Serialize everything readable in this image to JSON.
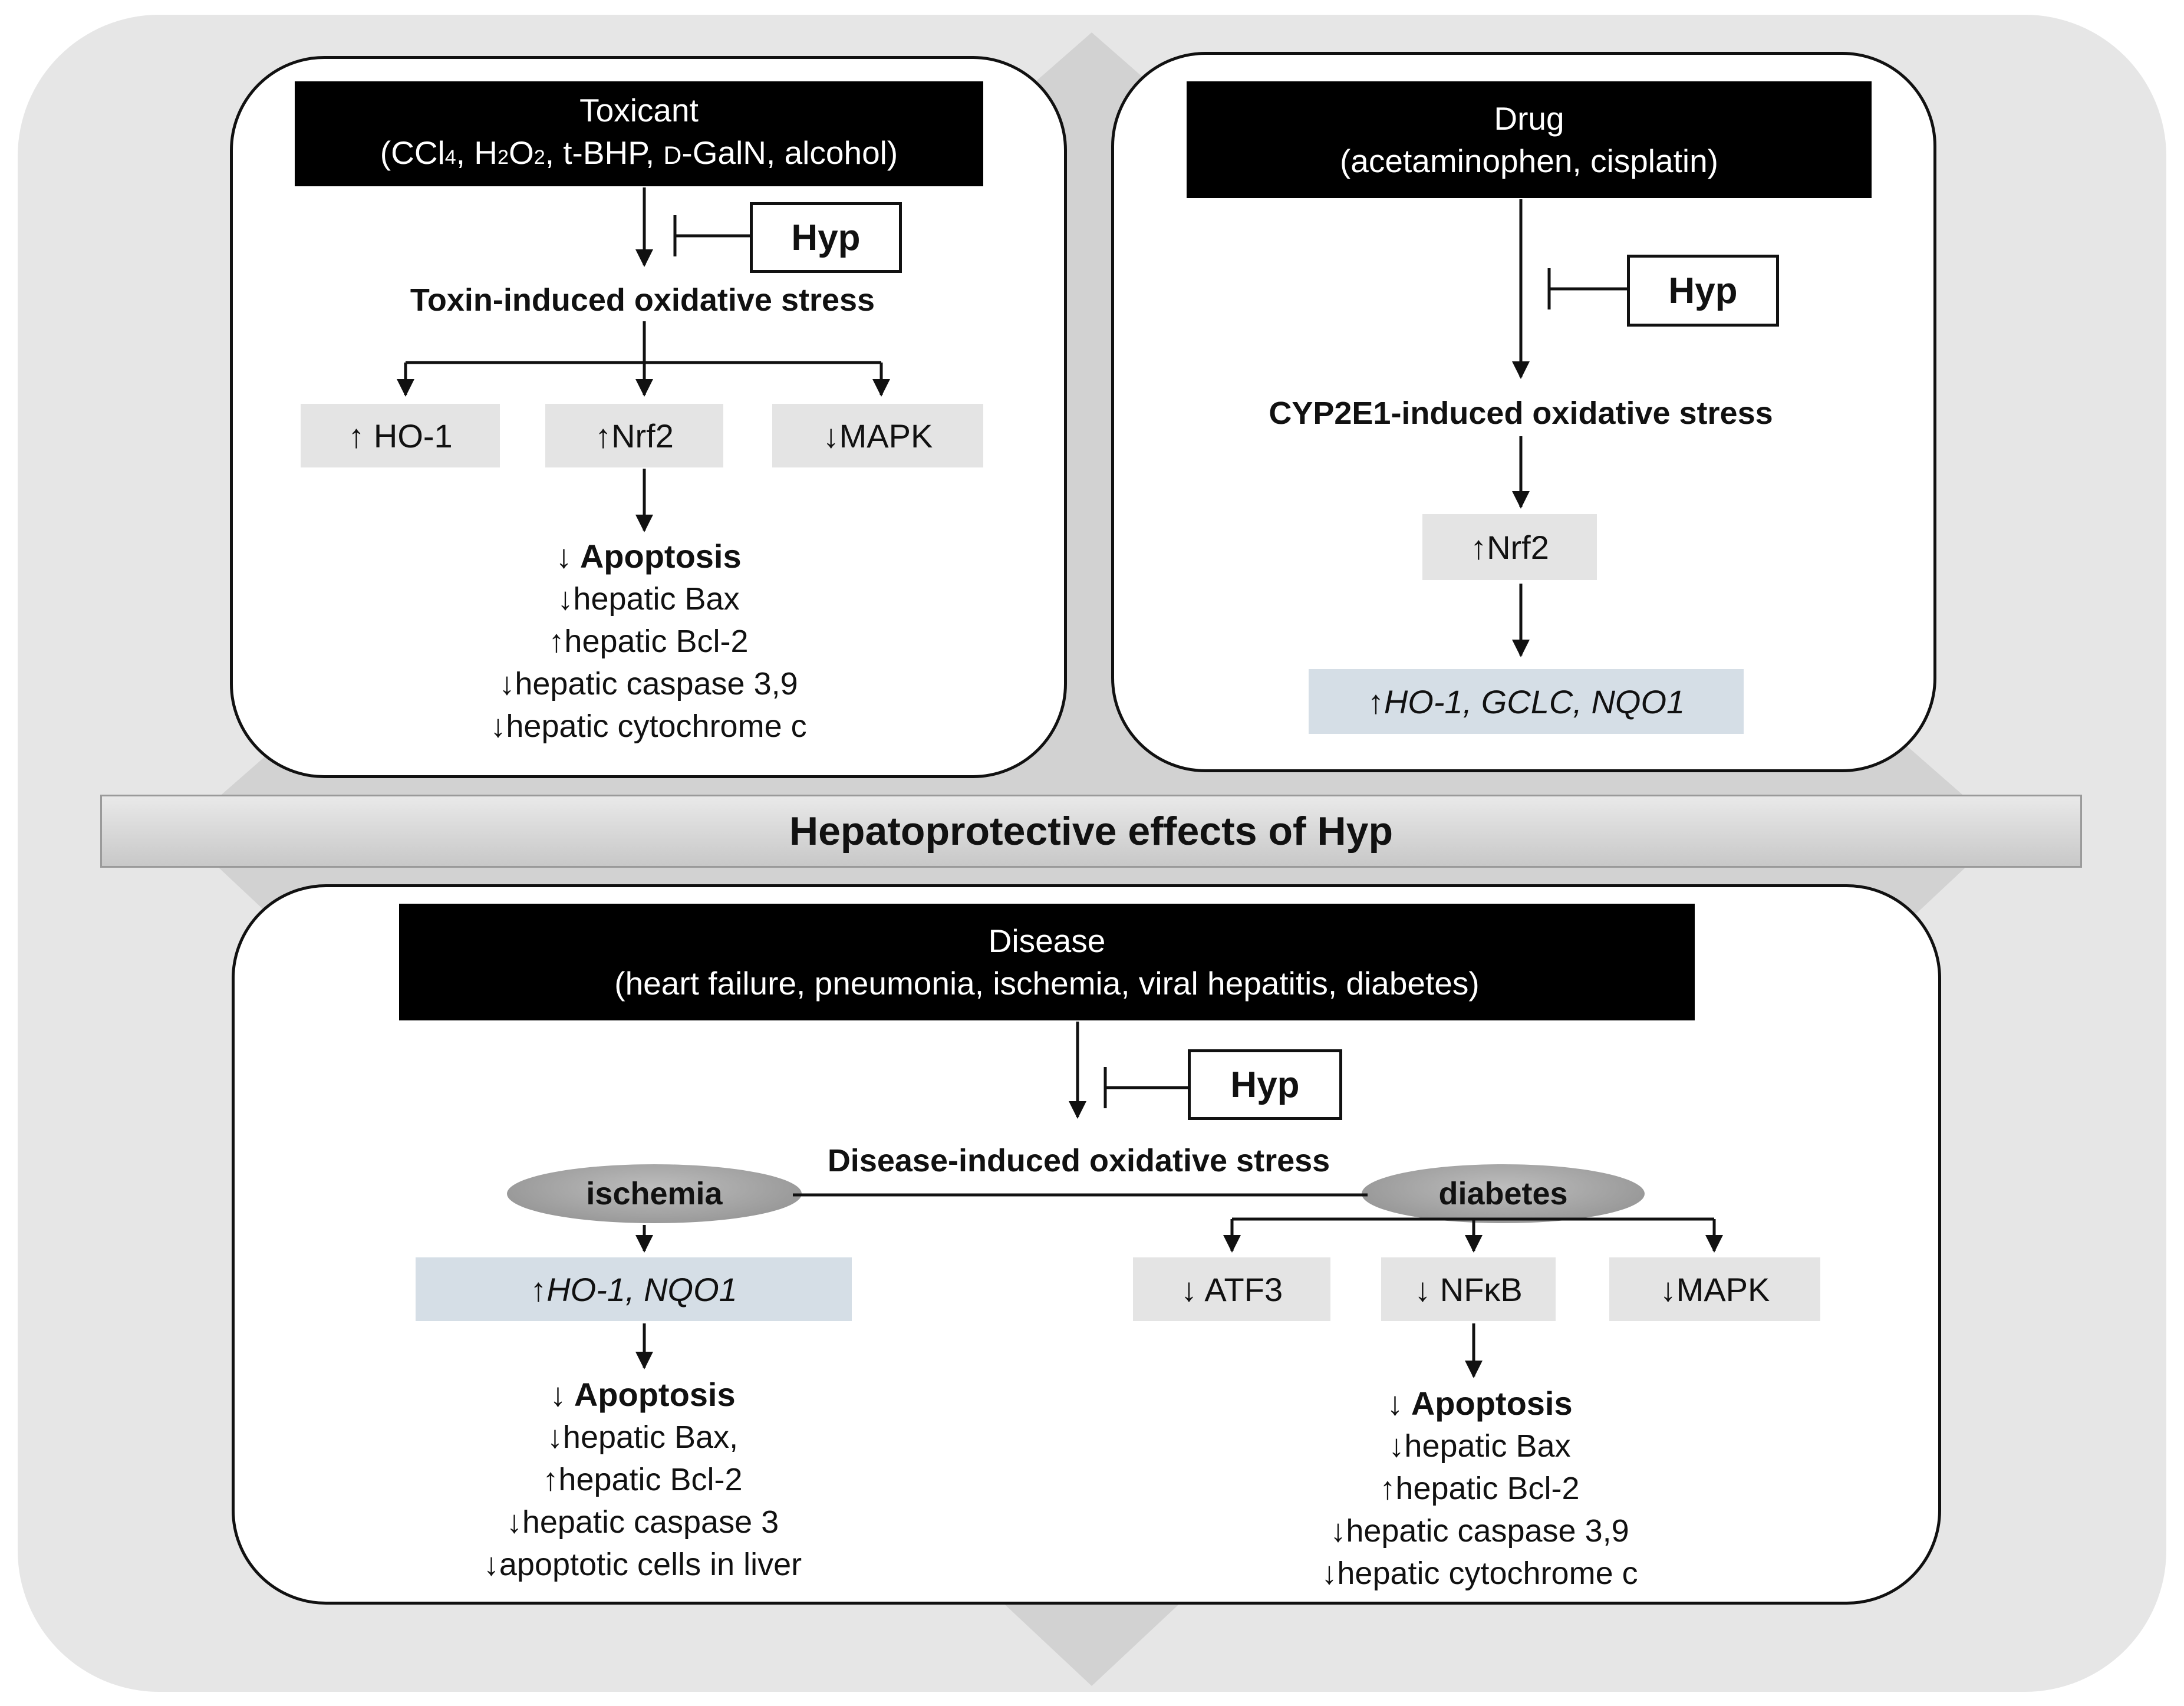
{
  "central_title": "Hepatoprotective effects of Hyp",
  "toxicant": {
    "header_title": "Toxicant",
    "header_items": [
      "CCl",
      "4",
      ", H",
      "2",
      "O",
      "2",
      ", t-BHP, ",
      "D",
      "-GalN, alcohol)"
    ],
    "hyp_label": "Hyp",
    "stress_label": "Toxin-induced oxidative stress",
    "chips": [
      "↑ HO-1",
      "↑Nrf2",
      "↓MAPK"
    ],
    "apoptosis_title": "↓ Apoptosis",
    "apoptosis_items": [
      "↓hepatic Bax",
      "↑hepatic Bcl-2",
      "↓hepatic caspase 3,9",
      "↓hepatic cytochrome c"
    ]
  },
  "drug": {
    "header_title": "Drug",
    "header_subtitle": "(acetaminophen, cisplatin)",
    "hyp_label": "Hyp",
    "stress_label": "CYP2E1-induced oxidative stress",
    "nrf2_chip": "↑Nrf2",
    "genes_chip": "↑HO-1, GCLC, NQO1"
  },
  "disease": {
    "header_title": "Disease",
    "header_subtitle": "(heart failure, pneumonia, ischemia, viral hepatitis, diabetes)",
    "hyp_label": "Hyp",
    "stress_label": "Disease-induced oxidative stress",
    "ischemia_label": "ischemia",
    "diabetes_label": "diabetes",
    "ischemia_chip": "↑HO-1, NQO1",
    "diabetes_chips": [
      "↓ ATF3",
      "↓ NFκB",
      "↓MAPK"
    ],
    "ischemia_apoptosis_title": "↓ Apoptosis",
    "ischemia_apoptosis_items": [
      "↓hepatic Bax,",
      "↑hepatic Bcl-2",
      "↓hepatic caspase 3",
      "↓apoptotic cells in liver"
    ],
    "diabetes_apoptosis_title": "↓ Apoptosis",
    "diabetes_apoptosis_items": [
      "↓hepatic Bax",
      "↑hepatic Bcl-2",
      "↓hepatic caspase 3,9",
      "↓hepatic cytochrome c"
    ]
  },
  "colors": {
    "outer_background": "#e6e6e6",
    "diamond": "#d2d2d2",
    "header_fill": "#000000",
    "chip_gray": "#e4e4e4",
    "chip_blue": "#d5dee6",
    "ellipse_gray": "#9e9e9e"
  }
}
